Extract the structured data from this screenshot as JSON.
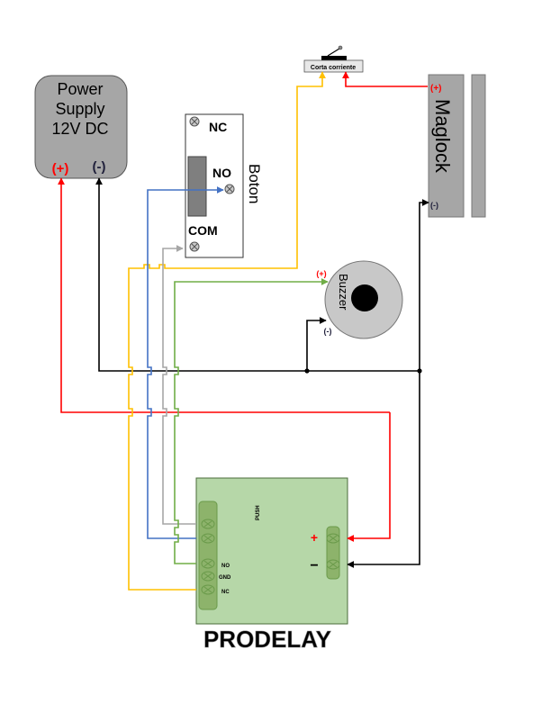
{
  "power_supply": {
    "title_lines": [
      "Power",
      "Supply",
      "12V DC"
    ],
    "plus_label": "(+)",
    "minus_label": "(-)"
  },
  "button": {
    "name": "Boton",
    "nc_label": "NC",
    "no_label": "NO",
    "com_label": "COM"
  },
  "cutoff_switch": {
    "label": "Corta corriente"
  },
  "maglock": {
    "name": "Maglock",
    "plus_label": "(+)",
    "minus_label": "(-)"
  },
  "buzzer": {
    "name": "Buzzer",
    "plus_label": "(+)",
    "minus_label": "(-)"
  },
  "prodelay": {
    "name": "PRODELAY",
    "push_label": "PUSH",
    "no_label": "NO",
    "gnd_label": "GND",
    "nc_label": "NC",
    "plus_symbol": "+",
    "minus_symbol": "−"
  },
  "colors": {
    "red_wire": "#ff0000",
    "black_wire": "#000000",
    "yellow_wire": "#ffc000",
    "blue_wire": "#4472c4",
    "gray_wire": "#a6a6a6",
    "green_wire": "#70ad47",
    "component_gray": "#a6a6a6",
    "board_green": "#b6d7a8",
    "terminal_green": "#8db36b"
  }
}
